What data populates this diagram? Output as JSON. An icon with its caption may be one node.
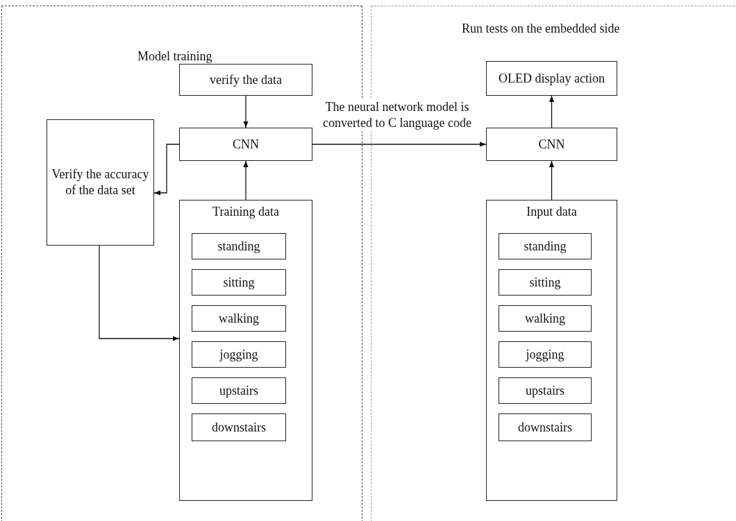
{
  "diagram": {
    "nodes": [
      {
        "text": [
          "Model training"
        ]
      },
      {
        "text": [
          "Run tests on the embedded side"
        ]
      },
      {
        "text": [
          "verify the data"
        ],
        "in": 0
      },
      {
        "text": [
          "CNN"
        ],
        "in": 0
      },
      {
        "text": [
          "Verify the accuracy of the data set"
        ],
        "in": 0
      },
      {
        "text": [
          "Training data"
        ],
        "in": 0
      },
      {
        "text": [
          "standing"
        ],
        "in": 5
      },
      {
        "text": [
          "sitting"
        ],
        "in": 5
      },
      {
        "text": [
          "walking"
        ],
        "in": 5
      },
      {
        "text": [
          "jogging"
        ],
        "in": 5
      },
      {
        "text": [
          "upstairs"
        ],
        "in": 5
      },
      {
        "text": [
          "downstairs"
        ],
        "in": 5
      },
      {
        "text": [
          "OLED display action"
        ],
        "in": 1
      },
      {
        "text": [
          "CNN"
        ],
        "in": 1
      },
      {
        "text": [
          "Input data"
        ],
        "in": 1
      },
      {
        "text": [
          "standing"
        ],
        "in": 14
      },
      {
        "text": [
          "sitting"
        ],
        "in": 14
      },
      {
        "text": [
          "walking"
        ],
        "in": 14
      },
      {
        "text": [
          "jogging"
        ],
        "in": 14
      },
      {
        "text": [
          "upstairs"
        ],
        "in": 14
      },
      {
        "text": [
          "downstairs"
        ],
        "in": 14
      }
    ],
    "edges": [
      {
        "from": 2,
        "to": 3,
        "arrow": "to"
      },
      {
        "from": 3,
        "to": 4,
        "arrow": "to"
      },
      {
        "from": 4,
        "to": 5,
        "arrow": "to"
      },
      {
        "from": 5,
        "to": 3,
        "arrow": "to"
      },
      {
        "from": 3,
        "to": 13,
        "arrow": "to",
        "label": "The neural network model is converted to C language code"
      },
      {
        "from": 14,
        "to": 13,
        "arrow": "to"
      },
      {
        "from": 13,
        "to": 12,
        "arrow": "to"
      }
    ]
  }
}
